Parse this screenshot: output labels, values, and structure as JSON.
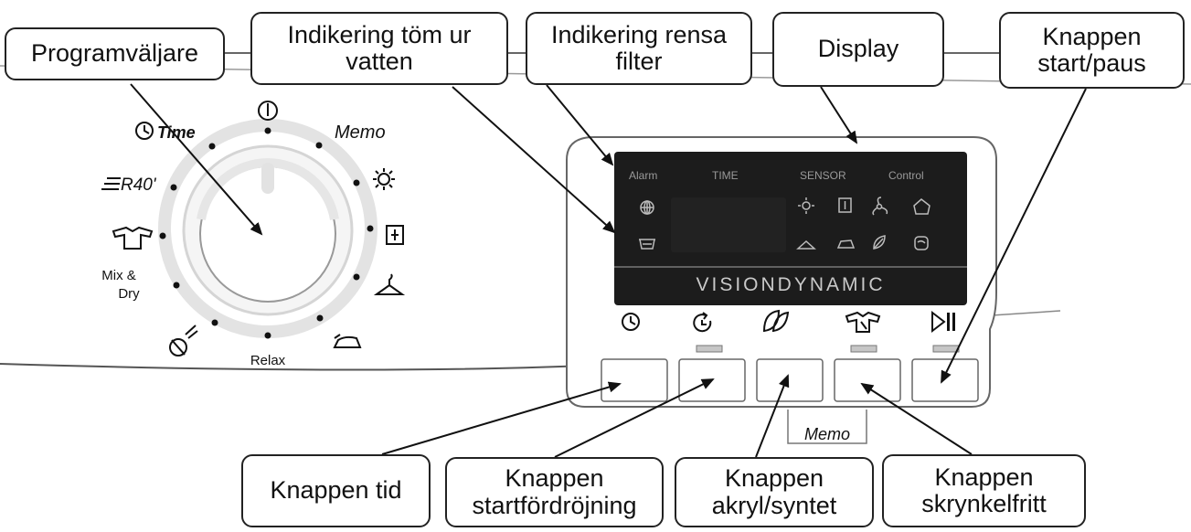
{
  "callouts": {
    "program_selector": "Programväljare",
    "drain_indicator": "Indikering töm ur\nvatten",
    "filter_indicator": "Indikering rensa\nfilter",
    "display": "Display",
    "start_pause": "Knappen\nstart/paus",
    "time_button": "Knappen tid",
    "delay_button": "Knappen\nstartfördröjning",
    "synthetic_button": "Knappen\nakryl/syntet",
    "crease_button": "Knappen\nskrynkelfritt"
  },
  "dial_labels": {
    "time": "Time",
    "memo": "Memo",
    "r40": "R40'",
    "mix_dry_1": "Mix &",
    "mix_dry_2": "Dry",
    "relax": "Relax"
  },
  "display_panel": {
    "alarm": "Alarm",
    "time": "TIME",
    "sensor": "SENSOR",
    "control": "Control",
    "brand": "VISIONDYNAMIC"
  },
  "memo_label": "Memo"
}
